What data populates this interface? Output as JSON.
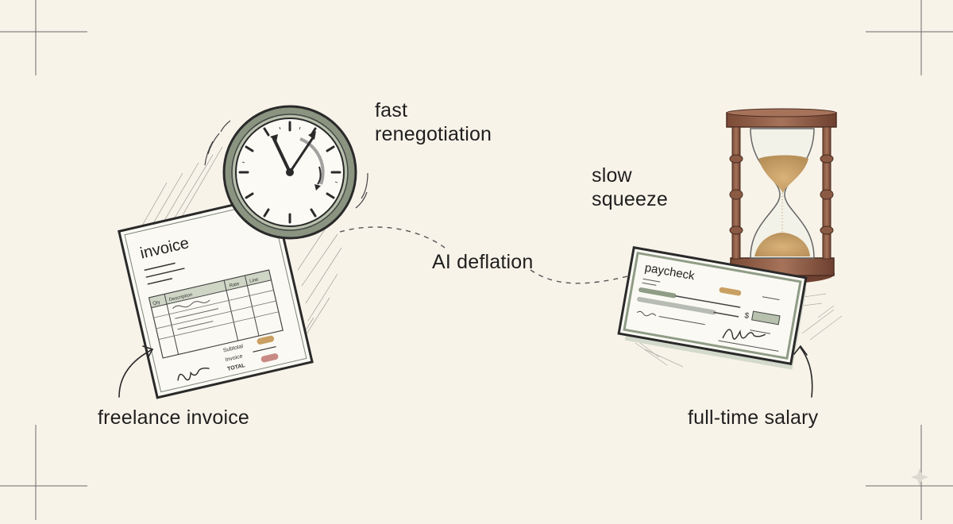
{
  "labels": {
    "fast_renegotiation": [
      "fast",
      "renegotiation"
    ],
    "slow_squeeze": [
      "slow",
      "squeeze"
    ],
    "ai_deflation": "AI deflation",
    "freelance_invoice": "freelance invoice",
    "full_time_salary": "full-time salary"
  },
  "invoice": {
    "title": "invoice",
    "col_headers": [
      "Qty",
      "Description",
      "Rate",
      "Line"
    ],
    "subtotal_label": "Subtotal",
    "invoice_label": "Invoice",
    "total_label": "TOTAL"
  },
  "paycheck": {
    "title": "paycheck",
    "amount_symbol": "$"
  },
  "colors": {
    "background": "#f8f3e9",
    "ink": "#2a2a2a",
    "sage": "#8f9c86",
    "sand": "#c9a062",
    "rose": "#c98a84",
    "wood": "#8a5a44"
  },
  "icons": [
    "clock-icon",
    "hourglass-icon",
    "invoice-icon",
    "paycheck-icon"
  ]
}
